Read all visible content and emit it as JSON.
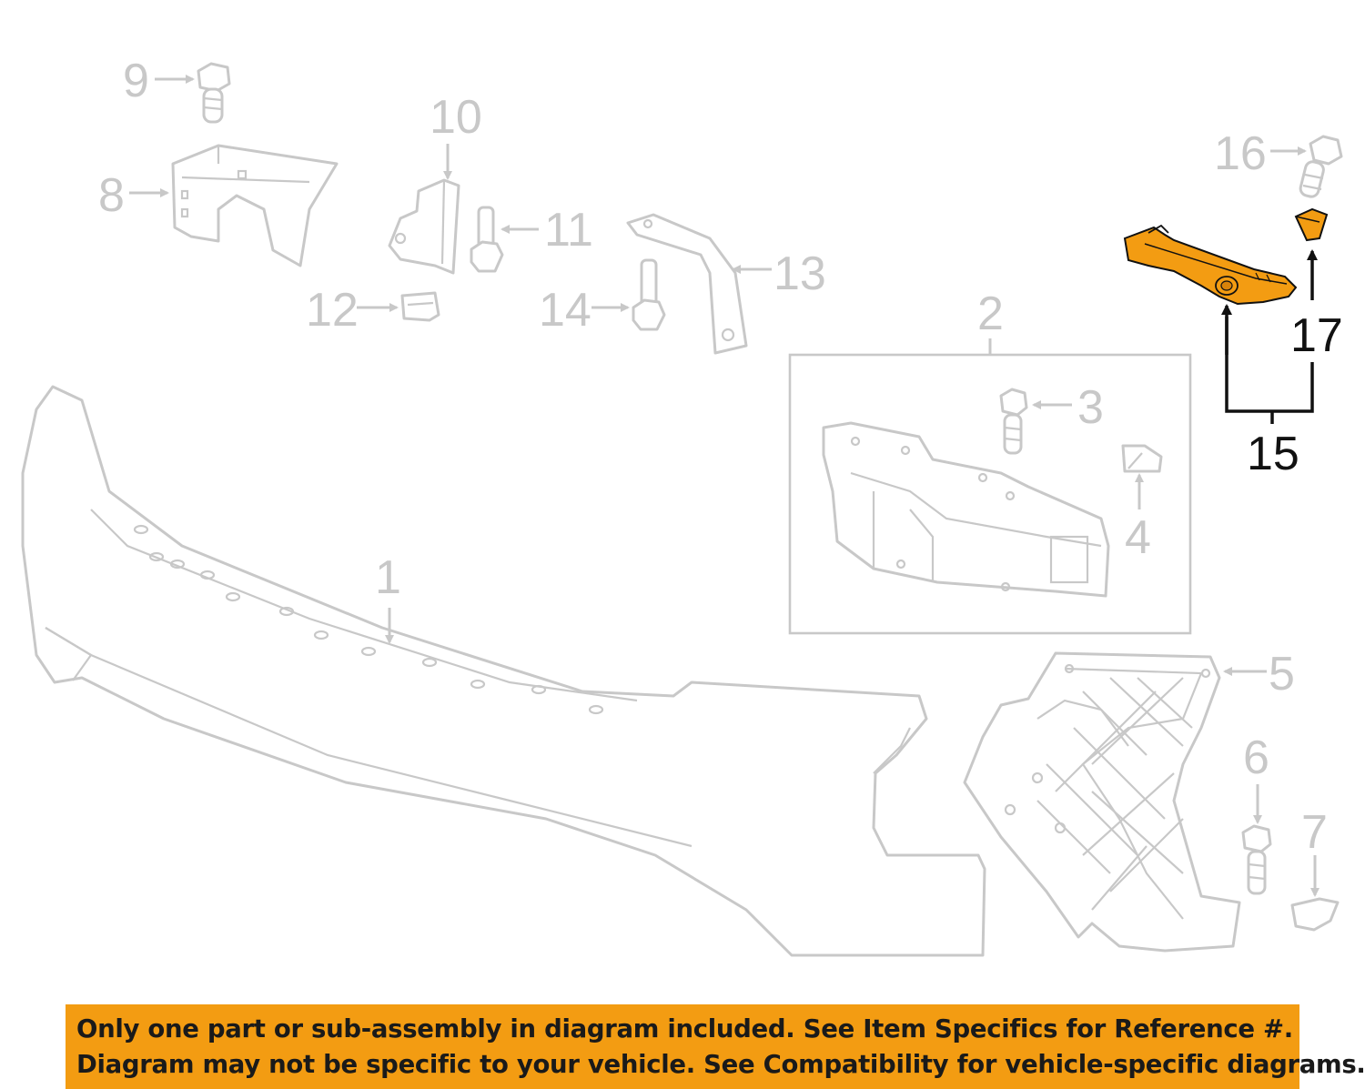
{
  "diagram": {
    "highlight_color": "#f39c12",
    "callouts": [
      {
        "id": "1",
        "label": "1",
        "highlighted": false
      },
      {
        "id": "2",
        "label": "2",
        "highlighted": false
      },
      {
        "id": "3",
        "label": "3",
        "highlighted": false
      },
      {
        "id": "4",
        "label": "4",
        "highlighted": false
      },
      {
        "id": "5",
        "label": "5",
        "highlighted": false
      },
      {
        "id": "6",
        "label": "6",
        "highlighted": false
      },
      {
        "id": "7",
        "label": "7",
        "highlighted": false
      },
      {
        "id": "8",
        "label": "8",
        "highlighted": false
      },
      {
        "id": "9",
        "label": "9",
        "highlighted": false
      },
      {
        "id": "10",
        "label": "10",
        "highlighted": false
      },
      {
        "id": "11",
        "label": "11",
        "highlighted": false
      },
      {
        "id": "12",
        "label": "12",
        "highlighted": false
      },
      {
        "id": "13",
        "label": "13",
        "highlighted": false
      },
      {
        "id": "14",
        "label": "14",
        "highlighted": false
      },
      {
        "id": "15",
        "label": "15",
        "highlighted": true
      },
      {
        "id": "16",
        "label": "16",
        "highlighted": false
      },
      {
        "id": "17",
        "label": "17",
        "highlighted": true
      }
    ]
  },
  "disclaimer": {
    "line1": "Only one part or sub-assembly in diagram included. See Item Specifics for Reference #.",
    "line2": "Diagram may not be specific to your vehicle. See Compatibility for vehicle-specific diagrams.",
    "background": "#f39c12"
  }
}
